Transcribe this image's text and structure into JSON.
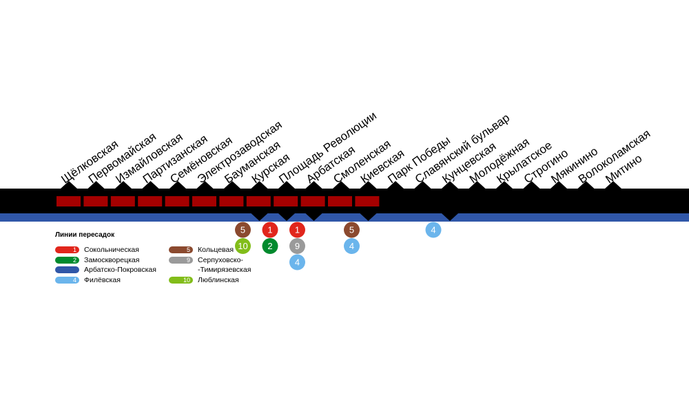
{
  "line": {
    "stations": [
      {
        "name": "Щёлковская",
        "interchanges": []
      },
      {
        "name": "Первомайская",
        "interchanges": []
      },
      {
        "name": "Измайловская",
        "interchanges": []
      },
      {
        "name": "Партизанская",
        "interchanges": []
      },
      {
        "name": "Семёновская",
        "interchanges": []
      },
      {
        "name": "Электрозаводская",
        "interchanges": []
      },
      {
        "name": "Бауманская",
        "interchanges": []
      },
      {
        "name": "Курская",
        "interchanges": [
          "5",
          "10"
        ]
      },
      {
        "name": "Площадь Революции",
        "interchanges": [
          "1",
          "2"
        ]
      },
      {
        "name": "Арбатская",
        "interchanges": [
          "1",
          "9",
          "4"
        ]
      },
      {
        "name": "Смоленская",
        "interchanges": []
      },
      {
        "name": "Киевская",
        "interchanges": [
          "5",
          "4"
        ]
      },
      {
        "name": "Парк Победы",
        "interchanges": []
      },
      {
        "name": "Славянский бульвар",
        "interchanges": []
      },
      {
        "name": "Кунцевская",
        "interchanges": [
          "4"
        ]
      },
      {
        "name": "Молодёжная",
        "interchanges": []
      },
      {
        "name": "Крылатское",
        "interchanges": []
      },
      {
        "name": "Строгино",
        "interchanges": []
      },
      {
        "name": "Мякинино",
        "interchanges": []
      },
      {
        "name": "Волоколамская",
        "interchanges": []
      },
      {
        "name": "Митино",
        "interchanges": []
      }
    ],
    "train_car_count": 12,
    "line_color": "#3057a8"
  },
  "legend": {
    "title": "Линии пересадок",
    "items": [
      {
        "number": "1",
        "label": "Сокольническая",
        "color": "#e1261c"
      },
      {
        "number": "2",
        "label": "Замоскворецкая",
        "color": "#008a2e"
      },
      {
        "number": "",
        "label": "Арбатско-Покровская",
        "color": "#3057a8"
      },
      {
        "number": "4",
        "label": "Филёвская",
        "color": "#6bb5ec"
      },
      {
        "number": "5",
        "label": "Кольцевая",
        "color": "#8b4a2f"
      },
      {
        "number": "9",
        "label": "Серпуховско-\n-Тимирязевская",
        "color": "#9a9a9a"
      },
      {
        "number": "10",
        "label": "Люблинская",
        "color": "#82bd1a"
      }
    ]
  },
  "colors": {
    "band": "#000000",
    "train": "#a50000",
    "line_1": "#e1261c",
    "line_2": "#008a2e",
    "line_4": "#6bb5ec",
    "line_5": "#8b4a2f",
    "line_9": "#9a9a9a",
    "line_10": "#82bd1a"
  }
}
